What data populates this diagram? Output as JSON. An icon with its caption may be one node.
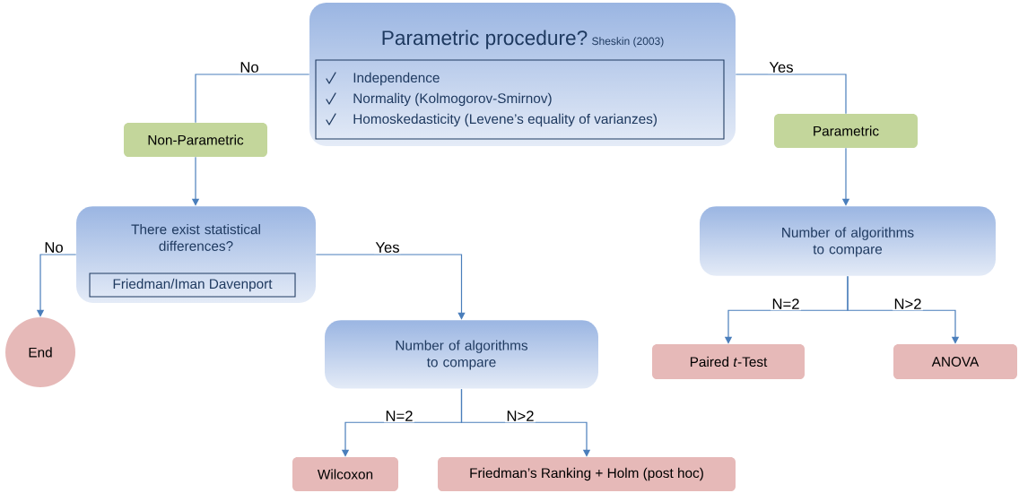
{
  "diagram": {
    "nodes": [
      {
        "text": [
          "Parametric procedure?",
          "Sheskin (2003)"
        ]
      },
      {
        "text": [
          "Independence",
          "Normality (Kolmogorov-Smirnov)",
          "Homoskedasticity (Levene’s equality of varianzes)"
        ],
        "in": 0
      },
      {
        "text": [
          "Non-Parametric"
        ]
      },
      {
        "text": [
          "Parametric"
        ]
      },
      {
        "text": [
          "There exist statistical differences?"
        ]
      },
      {
        "text": [
          "Friedman/Iman Davenport"
        ],
        "in": 4
      },
      {
        "text": [
          "Number of algorithms to compare"
        ]
      },
      {
        "text": [
          "End"
        ]
      },
      {
        "text": [
          "Number of algorithms to compare"
        ]
      },
      {
        "text": [
          "Paired *t*-Test"
        ]
      },
      {
        "text": [
          "ANOVA"
        ]
      },
      {
        "text": [
          "Wilcoxon"
        ]
      },
      {
        "text": [
          "Friedman’s Ranking + Holm (post hoc)"
        ]
      }
    ],
    "edges": [
      {
        "from": 0,
        "to": 2,
        "arrow": "none",
        "label": "No"
      },
      {
        "from": 0,
        "to": 3,
        "arrow": "none",
        "label": "Yes"
      },
      {
        "from": 2,
        "to": 4,
        "arrow": "to"
      },
      {
        "from": 3,
        "to": 6,
        "arrow": "to"
      },
      {
        "from": 4,
        "to": 7,
        "arrow": "to",
        "label": "No"
      },
      {
        "from": 4,
        "to": 8,
        "arrow": "to",
        "label": "Yes"
      },
      {
        "from": 6,
        "to": 9,
        "arrow": "to",
        "label": "N=2"
      },
      {
        "from": 6,
        "to": 10,
        "arrow": "to",
        "label": "N>2"
      },
      {
        "from": 8,
        "to": 11,
        "arrow": "to",
        "label": "N=2"
      },
      {
        "from": 8,
        "to": 12,
        "arrow": "to",
        "label": "N>2"
      }
    ]
  }
}
